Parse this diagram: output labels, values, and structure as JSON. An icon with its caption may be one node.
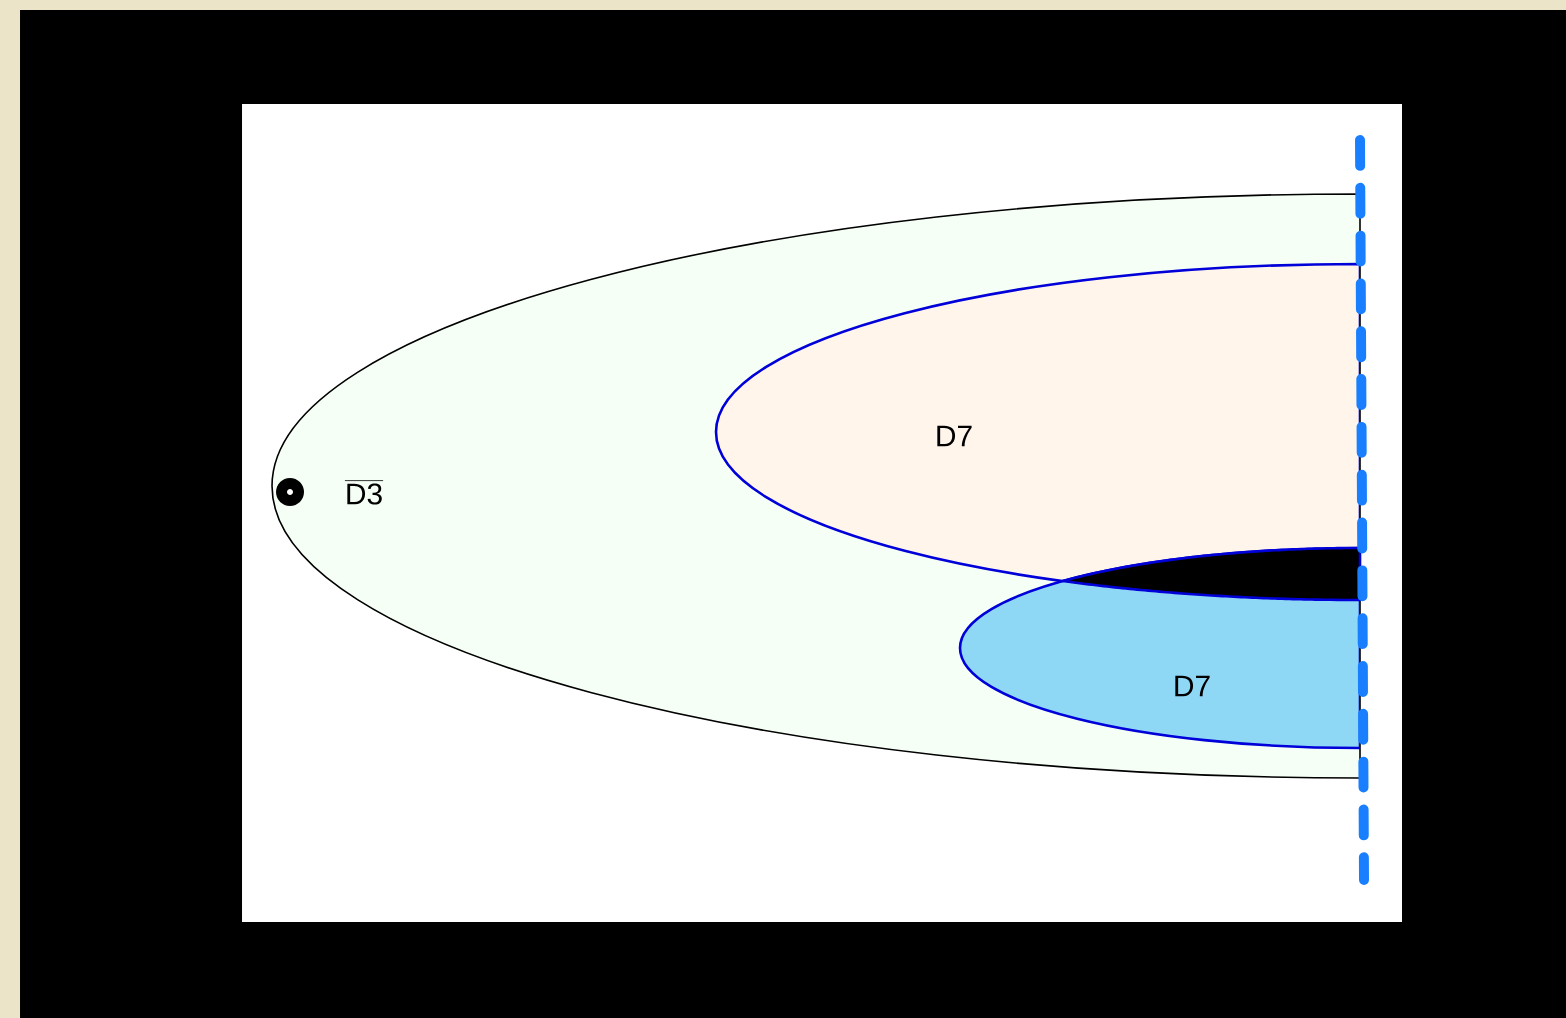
{
  "diagram": {
    "nodes": [
      {
        "text": [
          "\\overline{\\mbox{D3}}"
        ]
      },
      {
        "text": [
          "D7"
        ],
        "in": 0
      },
      {
        "text": [],
        "shape": "ellipse"
      },
      {
        "text": [
          "D7"
        ],
        "in": 0
      }
    ]
  }
}
